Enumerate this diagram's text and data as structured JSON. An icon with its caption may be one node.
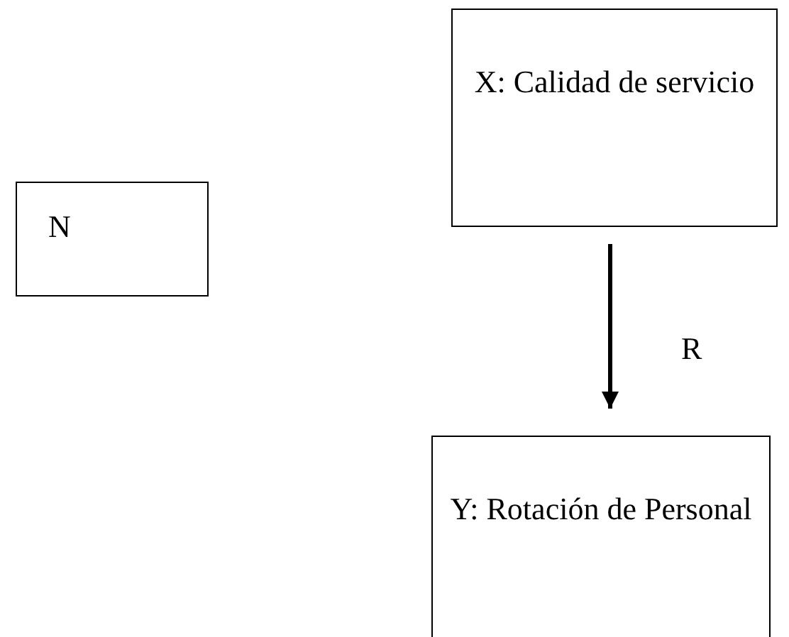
{
  "diagram": {
    "nodes": [
      {
        "text": [
          "N"
        ]
      },
      {
        "text": [
          "X: Calidad de servicio"
        ]
      },
      {
        "text": [
          "Y: Rotación de Personal"
        ]
      }
    ],
    "edges": [
      {
        "from": 1,
        "to": 2,
        "arrow": "to",
        "label": "R"
      }
    ]
  }
}
